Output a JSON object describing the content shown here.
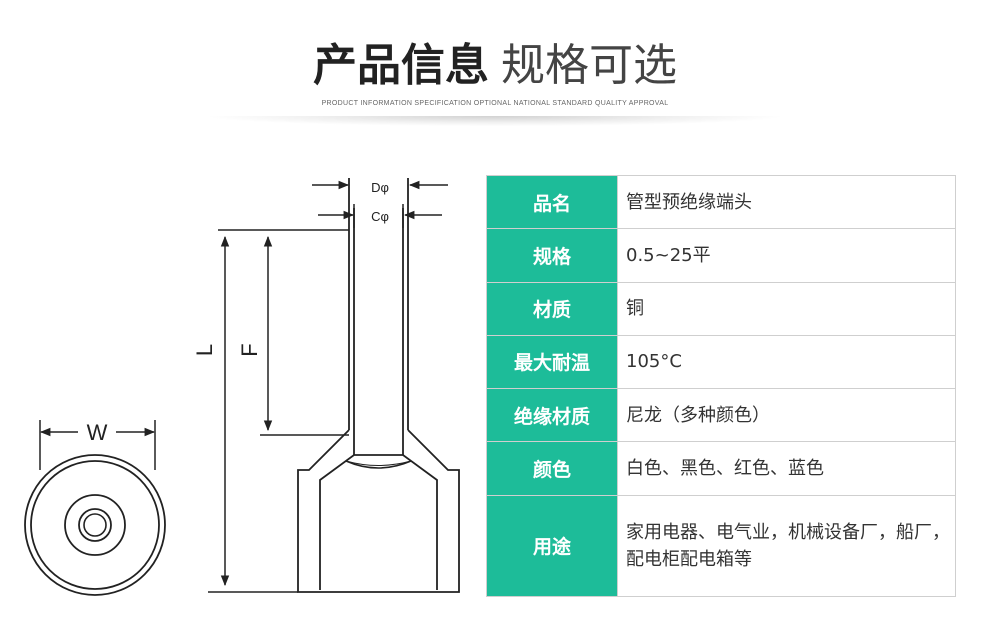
{
  "header": {
    "title_bold": "产品信息",
    "title_light": "规格可选",
    "subtitle": "PRODUCT INFORMATION SPECIFICATION OPTIONAL NATIONAL STANDARD QUALITY APPROVAL"
  },
  "colors": {
    "accent": "#1dbc99",
    "text": "#333333"
  },
  "diagram": {
    "labels": {
      "d": "Dφ",
      "c": "Cφ",
      "l": "L",
      "f": "F",
      "w": "W"
    }
  },
  "spec_table": {
    "rows": [
      {
        "key": "品名",
        "value": "管型预绝缘端头"
      },
      {
        "key": "规格",
        "value": "0.5~25平"
      },
      {
        "key": "材质",
        "value": "铜"
      },
      {
        "key": "最大耐温",
        "value": "105°C"
      },
      {
        "key": "绝缘材质",
        "value": "尼龙（多种颜色）"
      },
      {
        "key": "颜色",
        "value": "白色、黑色、红色、蓝色"
      },
      {
        "key": "用途",
        "value": "家用电器、电气业，机械设备厂，船厂，配电柜配电箱等"
      }
    ]
  }
}
